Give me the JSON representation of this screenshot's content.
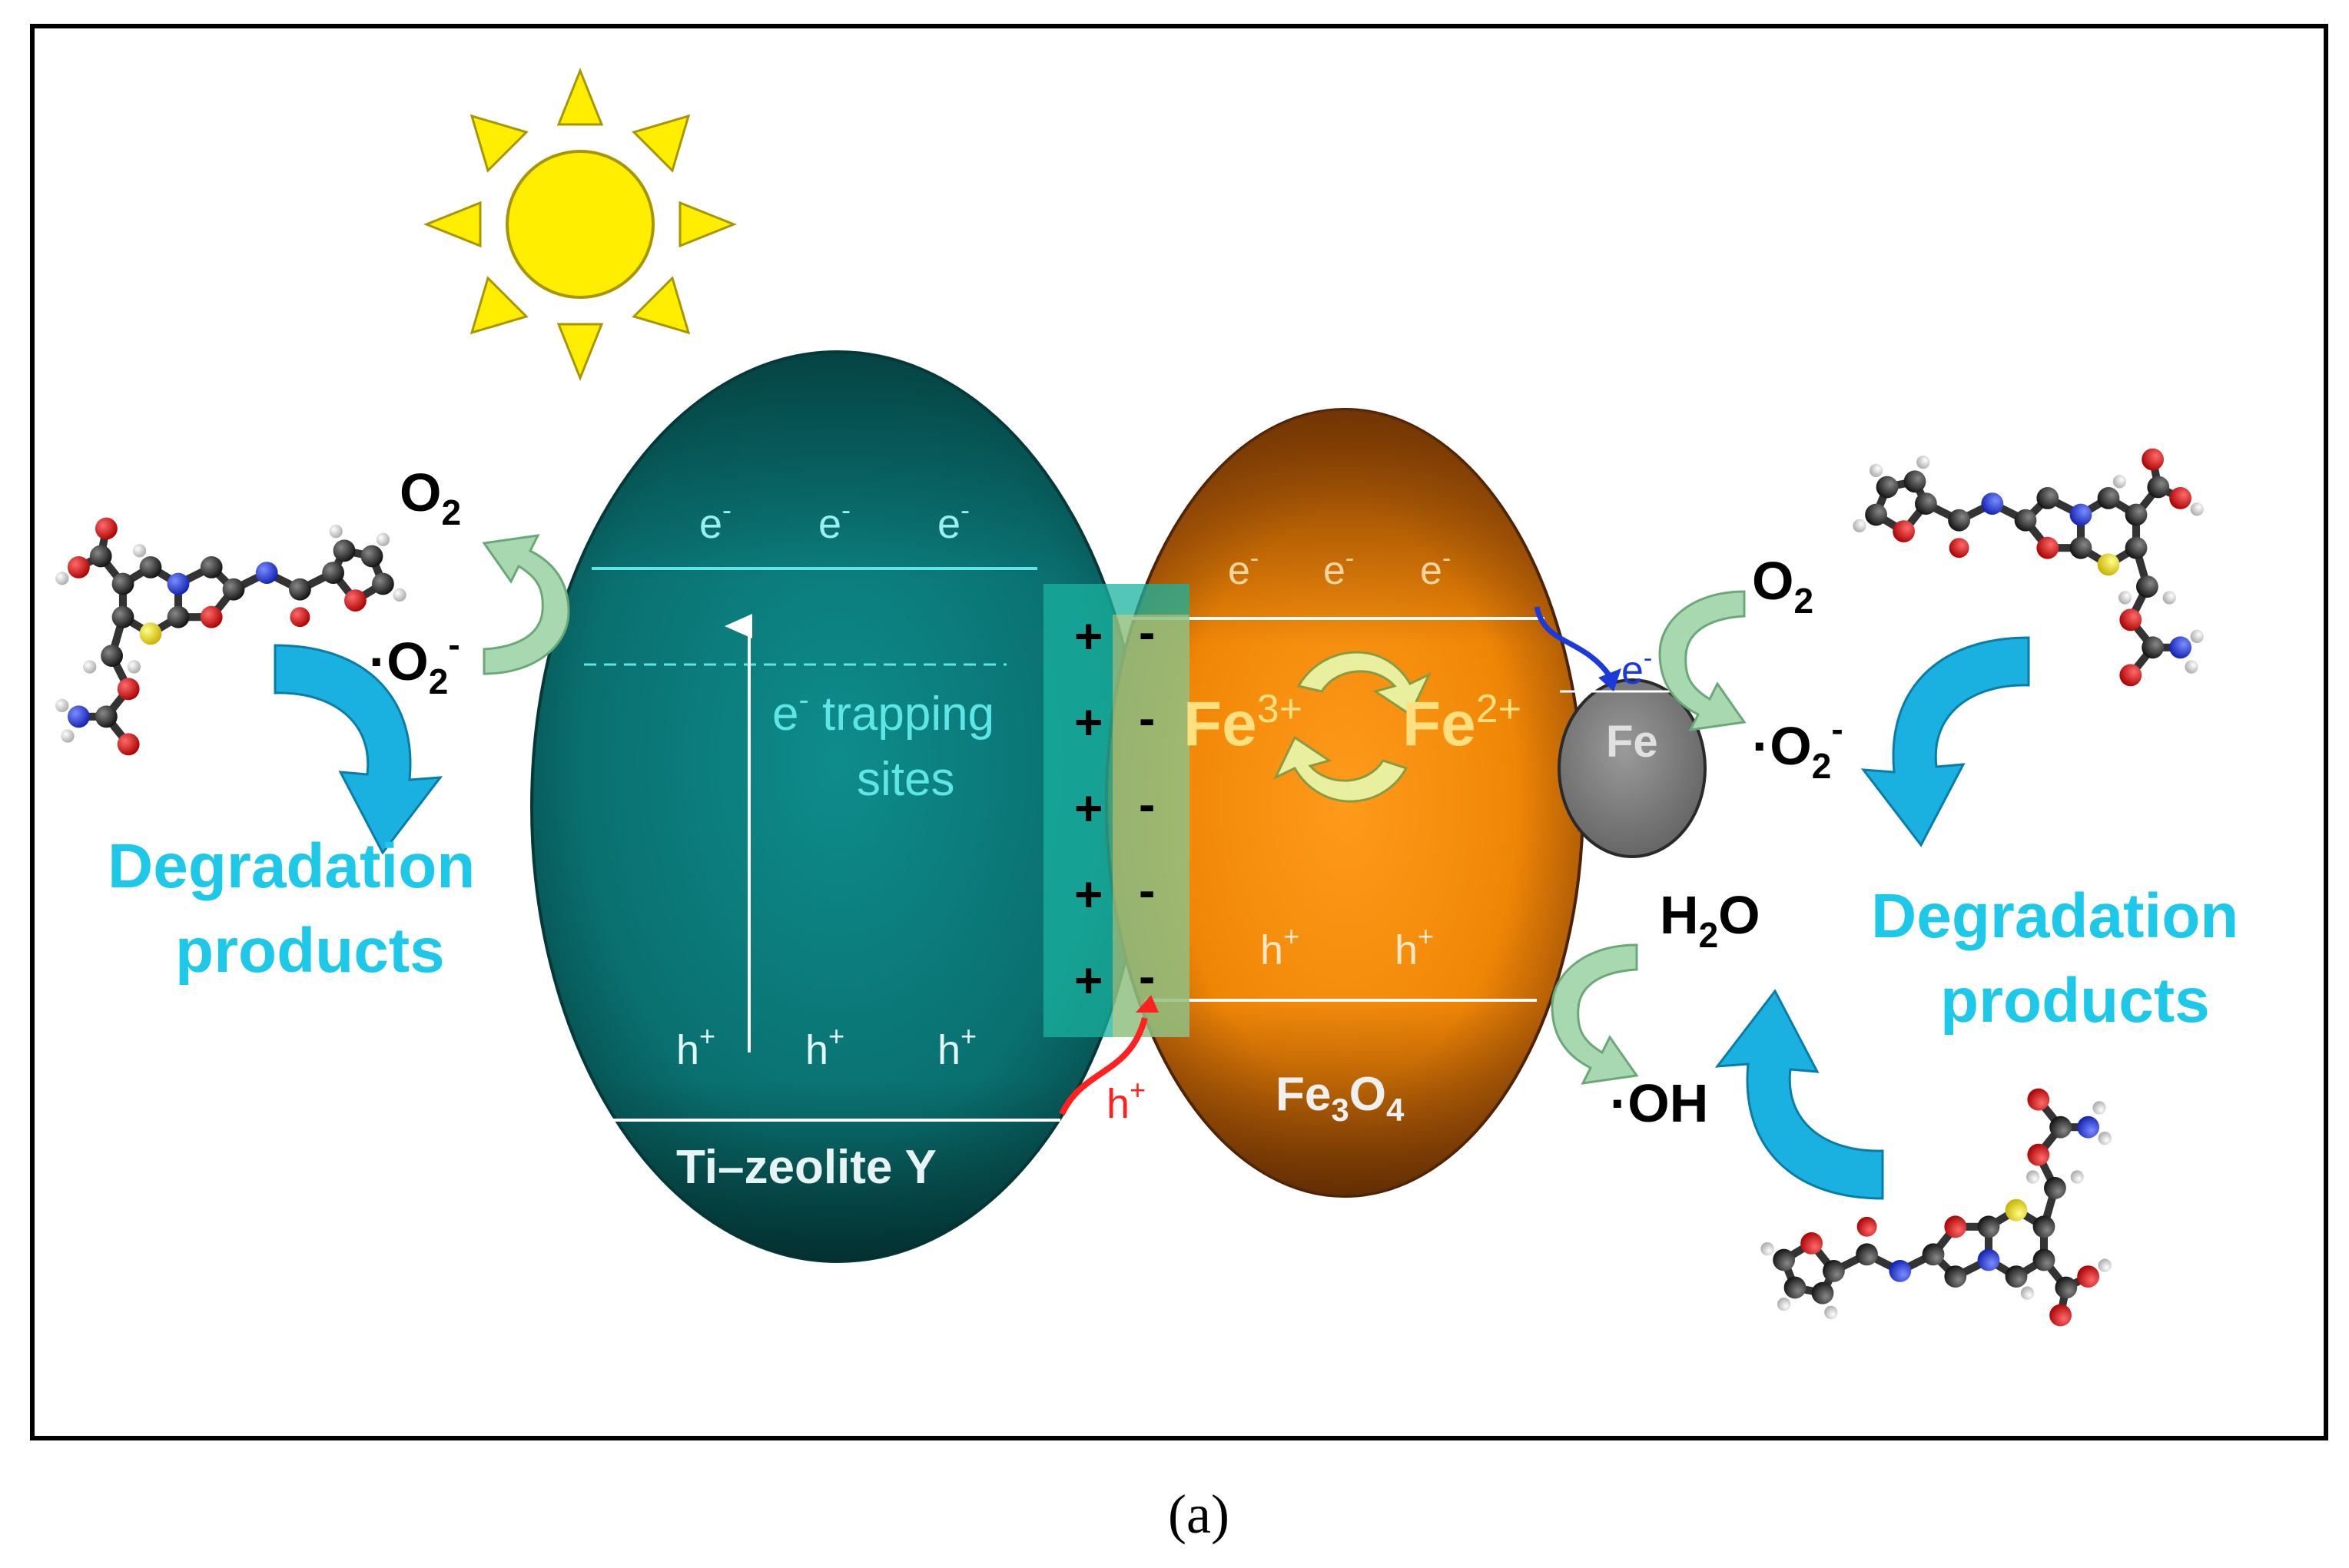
{
  "labels": {
    "o2_left": "O",
    "o2_left_sub": "2",
    "superoxide_left_dot": "·O",
    "superoxide_left_sub": "2",
    "superoxide_left_sup": "-",
    "degradation_left_1": "Degradation",
    "degradation_left_2": "products",
    "e_minus": "e",
    "minus_sup": "-",
    "h_plus": "h",
    "plus_sup": "+",
    "trapping_1_e": "e",
    "trapping_1_rest": " trapping",
    "trapping_2": "sites",
    "ti_zeolite": "Ti–zeolite Y",
    "plus": "+",
    "minus": "-",
    "fe3": "Fe",
    "fe3_sup": "3+",
    "fe2": "Fe",
    "fe2_sup": "2+",
    "fe": "Fe",
    "fe3o4_fe": "Fe",
    "fe3o4_3": "3",
    "fe3o4_o": "O",
    "fe3o4_4": "4",
    "o2_right": "O",
    "o2_right_sub": "2",
    "superoxide_right_dot": "·O",
    "superoxide_right_sub": "2",
    "superoxide_right_sup": "-",
    "h2o_h": "H",
    "h2o_sub": "2",
    "h2o_o": "O",
    "hydroxyl": "·OH",
    "degradation_right_1": "Degradation",
    "degradation_right_2": "products",
    "caption": "(a)"
  },
  "colors": {
    "teal": "#0a6b6b",
    "orange": "#f08a0a",
    "cyan_text": "#1ec8e8",
    "arrow_green": "#a8d8b0",
    "arrow_blue": "#1ab0e0",
    "sun": "#ffee00",
    "hole_red": "#ff2020",
    "electron_blue": "#1a3adc"
  },
  "icons": [
    "sun-icon",
    "molecule-icon",
    "curved-arrow-icon",
    "cycle-arrow-icon"
  ]
}
